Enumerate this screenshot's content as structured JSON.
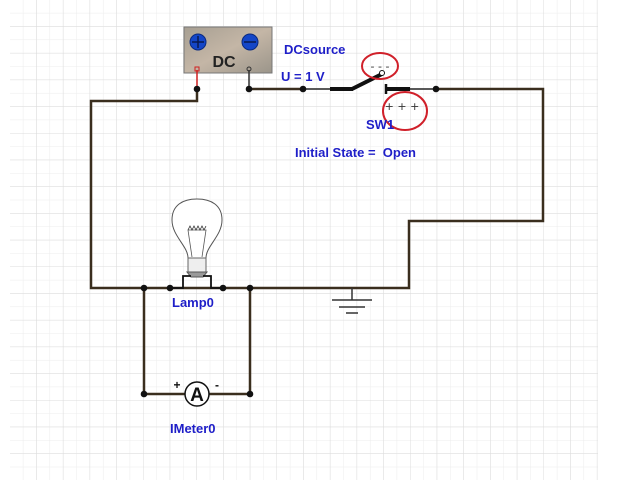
{
  "colors": {
    "label": "#1e1ec8",
    "wire": "#3a2e1e",
    "highlight": "#d0202a",
    "terminal_blue": "#1446c8"
  },
  "dc_source": {
    "face_label": "DC",
    "name": "DCsource",
    "value": "U = 1 V"
  },
  "switch": {
    "name": "SW1",
    "state": "Initial State =  Open",
    "minus_marks": "- - -",
    "plus_marks": "+ + +"
  },
  "lamp": {
    "name": "Lamp0"
  },
  "ammeter": {
    "name": "IMeter0",
    "symbol": "A",
    "plus": "+",
    "minus": "-"
  }
}
